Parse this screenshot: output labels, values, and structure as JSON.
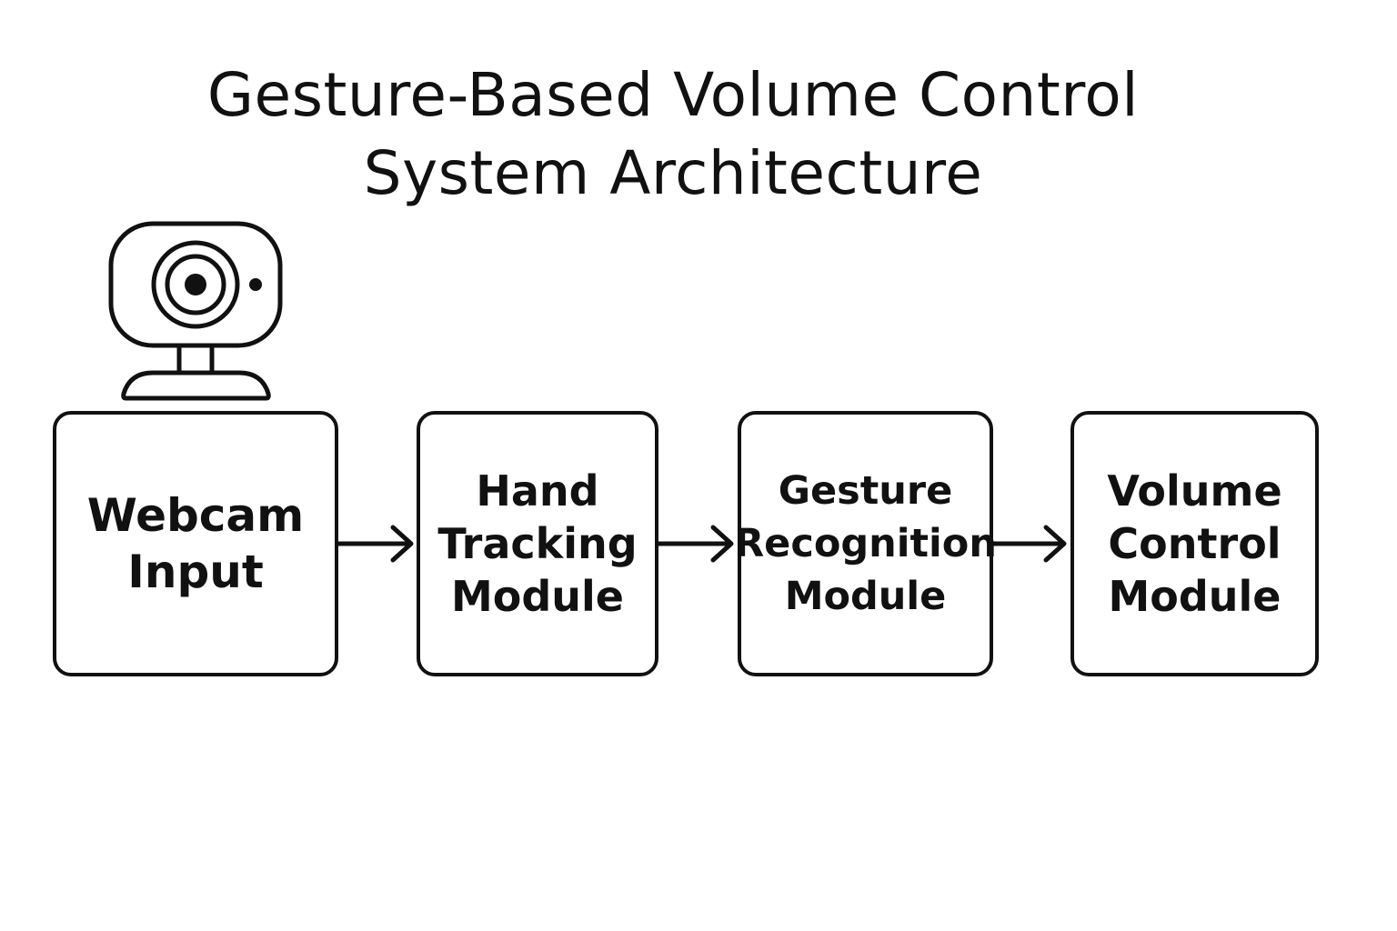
{
  "title": {
    "line1": "Gesture-Based Volume Control",
    "line2": "System Architecture"
  },
  "icon": {
    "name": "webcam-icon"
  },
  "boxes": [
    {
      "id": "webcam",
      "lines": [
        "Webcam",
        "Input"
      ]
    },
    {
      "id": "hand-tracking",
      "lines": [
        "Hand",
        "Tracking",
        "Module"
      ]
    },
    {
      "id": "gesture-recognition",
      "lines": [
        "Gesture",
        "Recognition",
        "Module"
      ]
    },
    {
      "id": "volume-control",
      "lines": [
        "Volume",
        "Control",
        "Module"
      ]
    }
  ],
  "connections": [
    {
      "from": "webcam",
      "to": "hand-tracking"
    },
    {
      "from": "hand-tracking",
      "to": "gesture-recognition"
    },
    {
      "from": "gesture-recognition",
      "to": "volume-control"
    }
  ],
  "colors": {
    "stroke": "#111111",
    "background": "#ffffff"
  }
}
